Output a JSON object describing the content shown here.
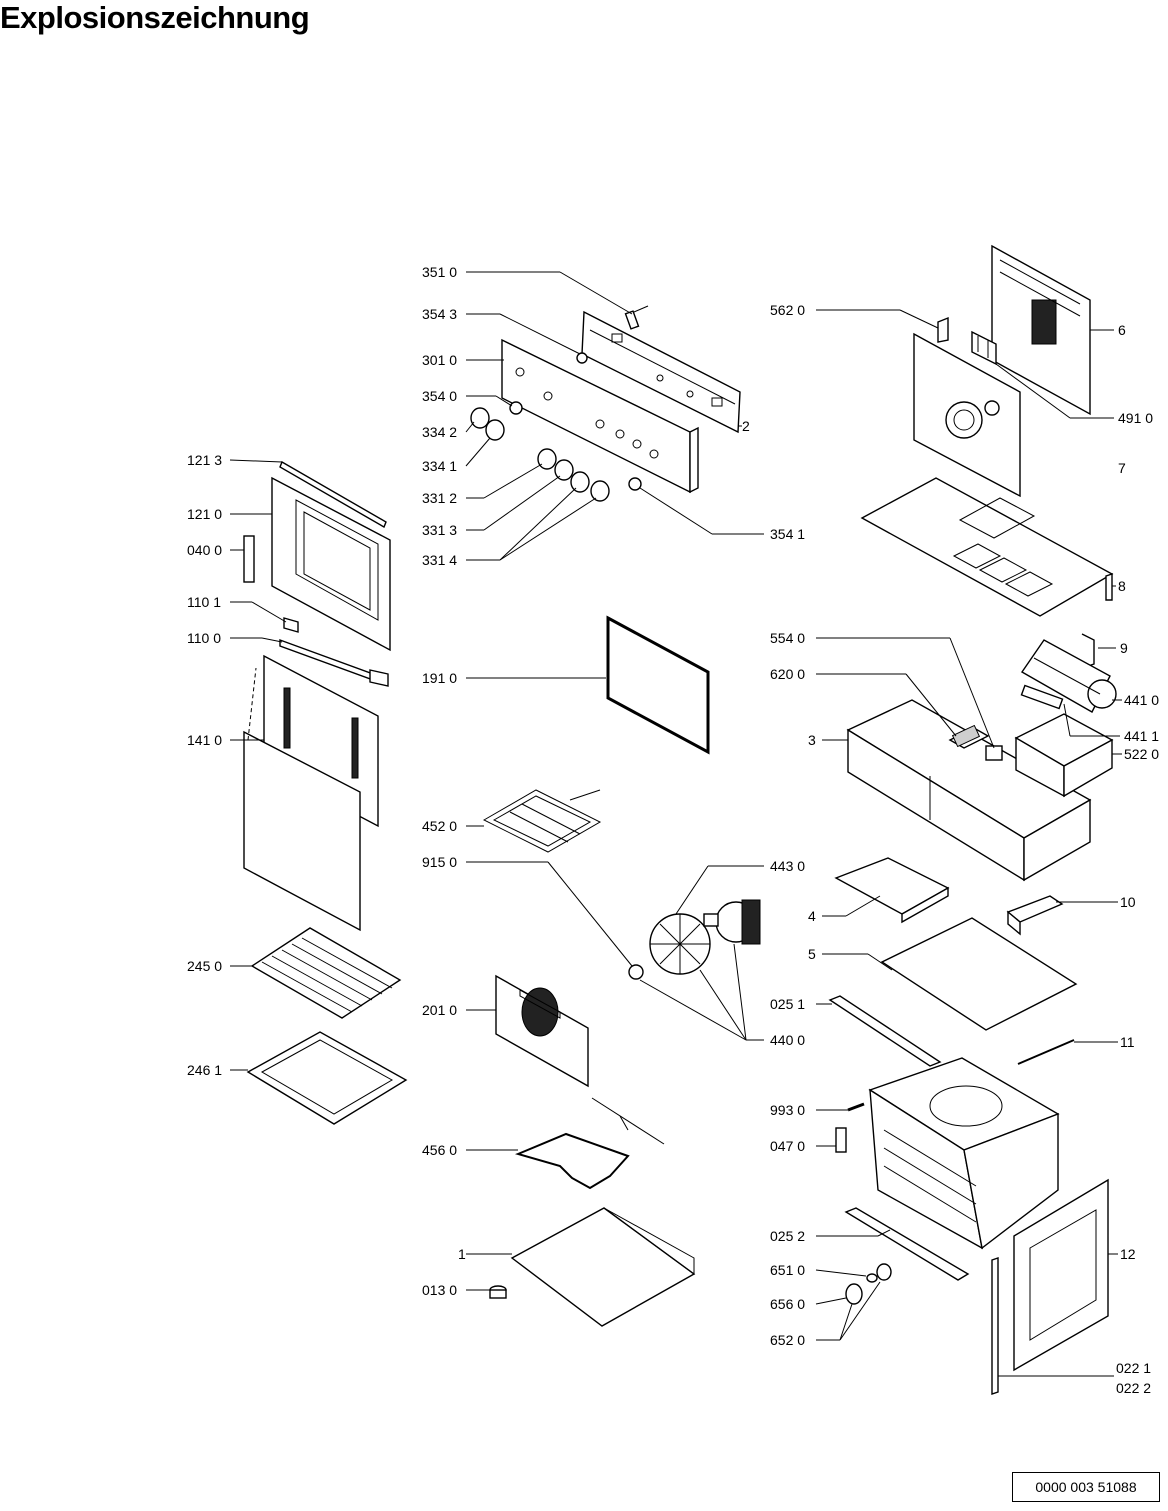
{
  "title": "Explosionszeichnung",
  "document_number": "0000 003 51088",
  "labels": {
    "p3510": "351 0",
    "p3543": "354 3",
    "p3010": "301 0",
    "p3540": "354 0",
    "p3342": "334 2",
    "p3341": "334 1",
    "p1213": "121 3",
    "p1210": "121 0",
    "p0400": "040 0",
    "p3312": "331 2",
    "p3313": "331 3",
    "p3314": "331 4",
    "p3541": "354 1",
    "p1101": "110 1",
    "p1100": "110 0",
    "p1910": "191 0",
    "p1410": "141 0",
    "p4520": "452 0",
    "p9150": "915 0",
    "p4430": "443 0",
    "p2450": "245 0",
    "p2010": "201 0",
    "p4400": "440 0",
    "p2461": "246 1",
    "p4560": "456 0",
    "p1": "1",
    "p0130": "013 0",
    "p5620": "562 0",
    "p2": "2",
    "p6": "6",
    "p4910": "491 0",
    "p7": "7",
    "p8": "8",
    "p5540": "554 0",
    "p9": "9",
    "p6200": "620 0",
    "p4410": "441 0",
    "p4411": "441 1",
    "p3": "3",
    "p5220": "522 0",
    "p4": "4",
    "p10": "10",
    "p5": "5",
    "p0251": "025 1",
    "p11": "11",
    "p9930": "993 0",
    "p0470": "047 0",
    "p0252": "025 2",
    "p12": "12",
    "p6510": "651 0",
    "p6560": "656 0",
    "p6520": "652 0",
    "p0221": "022 1",
    "p0222": "022 2"
  }
}
